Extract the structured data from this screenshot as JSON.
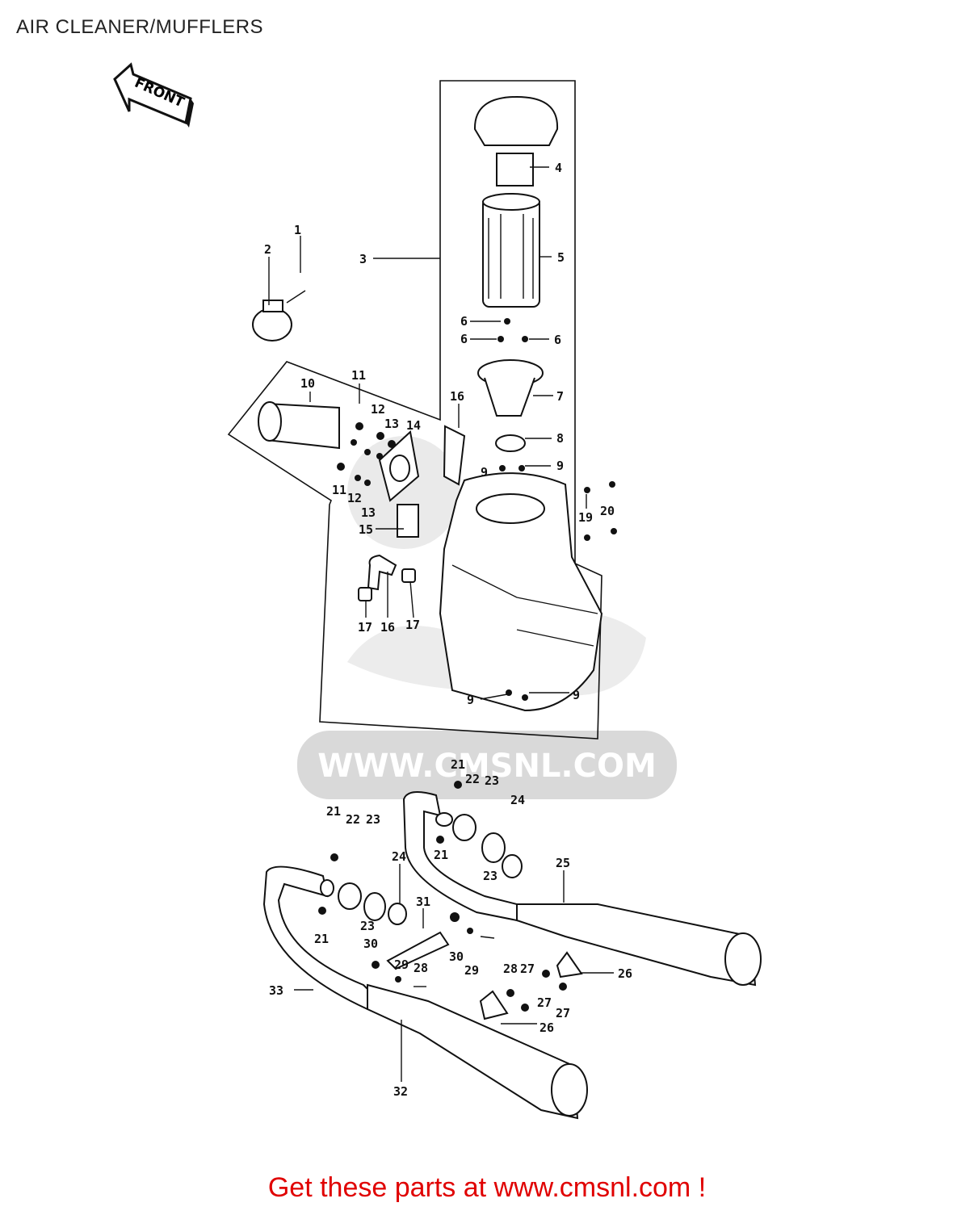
{
  "page": {
    "title": "AIR CLEANER/MUFFLERS",
    "footer": "Get these parts at www.cmsnl.com !"
  },
  "diagram": {
    "front_label": "FRONT",
    "watermark_text": "WWW.CMSNL.COM",
    "callouts": {
      "c1": "1",
      "c2": "2",
      "c3": "3",
      "c4": "4",
      "c5": "5",
      "c6a": "6",
      "c6b": "6",
      "c6c": "6",
      "c7": "7",
      "c8": "8",
      "c9a": "9",
      "c9b": "9",
      "c9c": "9",
      "c9d": "9",
      "c10": "10",
      "c11a": "11",
      "c11b": "11",
      "c12a": "12",
      "c12b": "12",
      "c13a": "13",
      "c13b": "13",
      "c14": "14",
      "c15": "15",
      "c16a": "16",
      "c16b": "16",
      "c17a": "17",
      "c17b": "17",
      "c19": "19",
      "c20": "20",
      "c21a": "21",
      "c21b": "21",
      "c21c": "21",
      "c21d": "21",
      "c22a": "22",
      "c22b": "22",
      "c23a": "23",
      "c23b": "23",
      "c23c": "23",
      "c23d": "23",
      "c24a": "24",
      "c24b": "24",
      "c25": "25",
      "c26a": "26",
      "c26b": "26",
      "c27a": "27",
      "c27b": "27",
      "c27c": "27",
      "c28a": "28",
      "c28b": "28",
      "c29a": "29",
      "c29b": "29",
      "c30a": "30",
      "c30b": "30",
      "c31": "31",
      "c32": "32",
      "c33": "33"
    }
  }
}
